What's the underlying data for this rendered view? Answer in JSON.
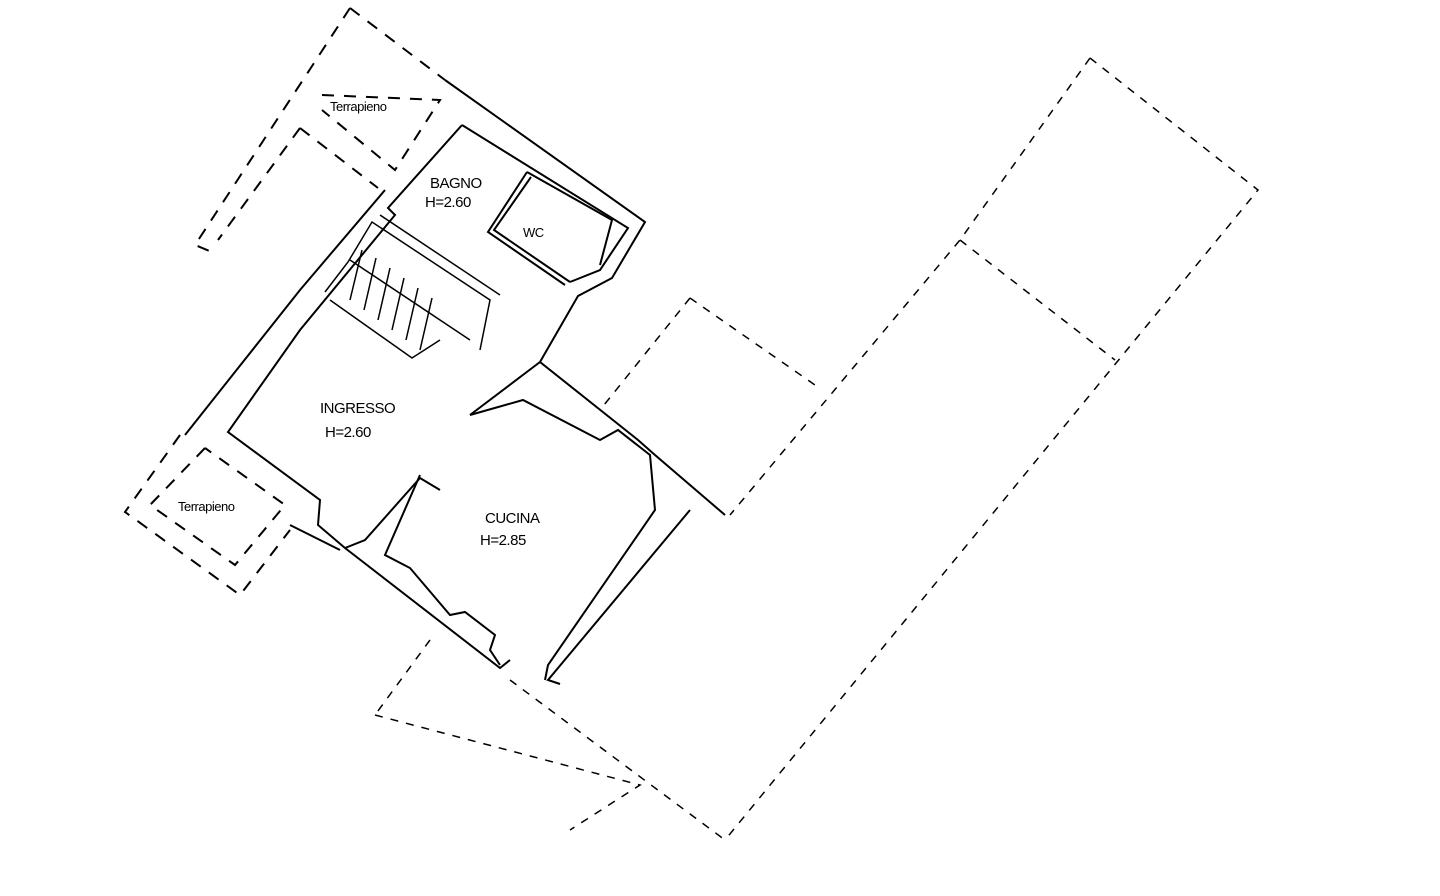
{
  "rooms": {
    "terrapieno_top": "Terrapieno",
    "bagno": {
      "name": "BAGNO",
      "height": "H=2.60"
    },
    "wc": "WC",
    "ingresso": {
      "name": "INGRESSO",
      "height": "H=2.60"
    },
    "cucina": {
      "name": "CUCINA",
      "height": "H=2.85"
    },
    "terrapieno_bottom": "Terrapieno"
  },
  "colors": {
    "line": "#000000",
    "background": "#ffffff"
  }
}
